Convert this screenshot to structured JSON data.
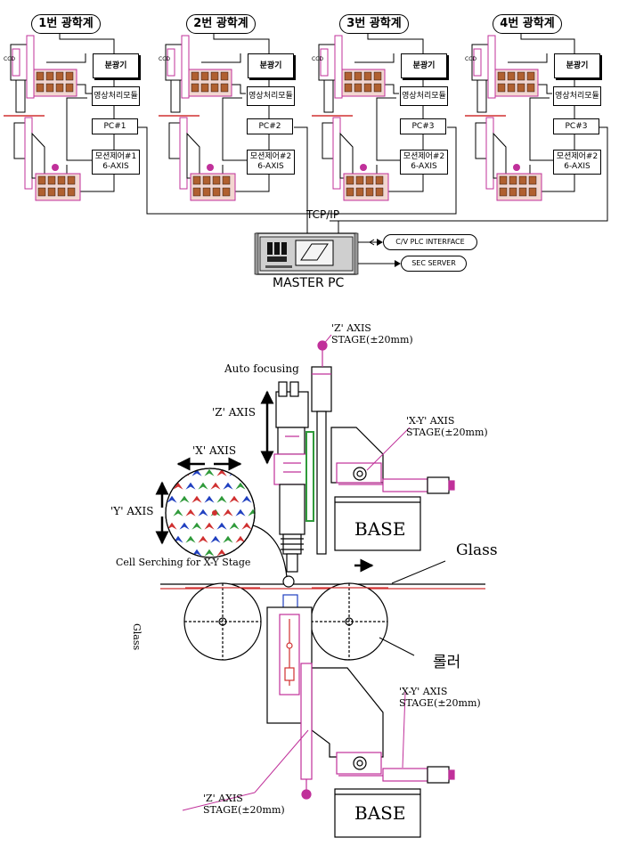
{
  "top_diagram": {
    "stations": [
      {
        "title": "1번 광학계",
        "ccd": "CCD",
        "splitter": "분광기",
        "image_module": "영상처리모듈",
        "pc": "PC#1",
        "motion_line1": "모션제어#1",
        "motion_line2": "6-AXIS"
      },
      {
        "title": "2번 광학계",
        "ccd": "CCD",
        "splitter": "분광기",
        "image_module": "영상처리모듈",
        "pc": "PC#2",
        "motion_line1": "모션제어#2",
        "motion_line2": "6-AXIS"
      },
      {
        "title": "3번 광학계",
        "ccd": "CCD",
        "splitter": "분광기",
        "image_module": "영상처리모듈",
        "pc": "PC#3",
        "motion_line1": "모션제어#2",
        "motion_line2": "6-AXIS"
      },
      {
        "title": "4번 광학계",
        "ccd": "CCD",
        "splitter": "분광기",
        "image_module": "영상처리모듈",
        "pc": "PC#3",
        "motion_line1": "모션제어#2",
        "motion_line2": "6-AXIS"
      }
    ],
    "network_label": "TCP/IP",
    "master_pc_label": "MASTER PC",
    "outputs": [
      "C/V PLC INTERFACE",
      "SEC SERVER"
    ]
  },
  "bottom_diagram": {
    "z_axis_top": {
      "line1": "'Z' AXIS",
      "line2": "STAGE(±20mm)"
    },
    "auto_focusing": "Auto focusing",
    "z_axis_arrow": "'Z' AXIS",
    "xy_axis_top": {
      "line1": "'X-Y' AXIS",
      "line2": "STAGE(±20mm)"
    },
    "x_axis": "'X' AXIS",
    "y_axis": "'Y' AXIS",
    "base_top": "BASE",
    "glass_right": "Glass",
    "cell_search": "Cell Serching for X-Y Stage",
    "glass_left": "Glass",
    "roller": "롤러",
    "xy_axis_bottom": {
      "line1": "'X-Y' AXIS",
      "line2": "STAGE(±20mm)"
    },
    "z_axis_bottom": {
      "line1": "'Z' AXIS",
      "line2": "STAGE(±20mm)"
    },
    "base_bottom": "BASE"
  },
  "colors": {
    "magenta": "#c0309a",
    "green": "#2f9a3a",
    "red": "#d03030",
    "blue": "#2040c0",
    "orange": "#b06030"
  }
}
